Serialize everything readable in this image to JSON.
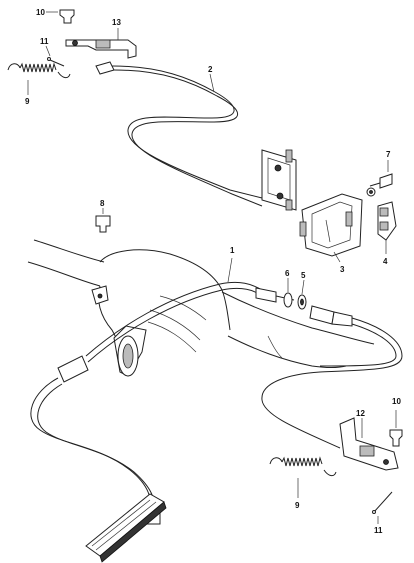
{
  "callouts": [
    {
      "id": "c10a",
      "label": "10"
    },
    {
      "id": "c13",
      "label": "13"
    },
    {
      "id": "c11a",
      "label": "11"
    },
    {
      "id": "c2",
      "label": "2"
    },
    {
      "id": "c9a",
      "label": "9"
    },
    {
      "id": "c7",
      "label": "7"
    },
    {
      "id": "c8",
      "label": "8"
    },
    {
      "id": "c1",
      "label": "1"
    },
    {
      "id": "c6",
      "label": "6"
    },
    {
      "id": "c5",
      "label": "5"
    },
    {
      "id": "c3",
      "label": "3"
    },
    {
      "id": "c4",
      "label": "4"
    },
    {
      "id": "c10b",
      "label": "10"
    },
    {
      "id": "c12",
      "label": "12"
    },
    {
      "id": "c9b",
      "label": "9"
    },
    {
      "id": "c11b",
      "label": "11"
    }
  ]
}
